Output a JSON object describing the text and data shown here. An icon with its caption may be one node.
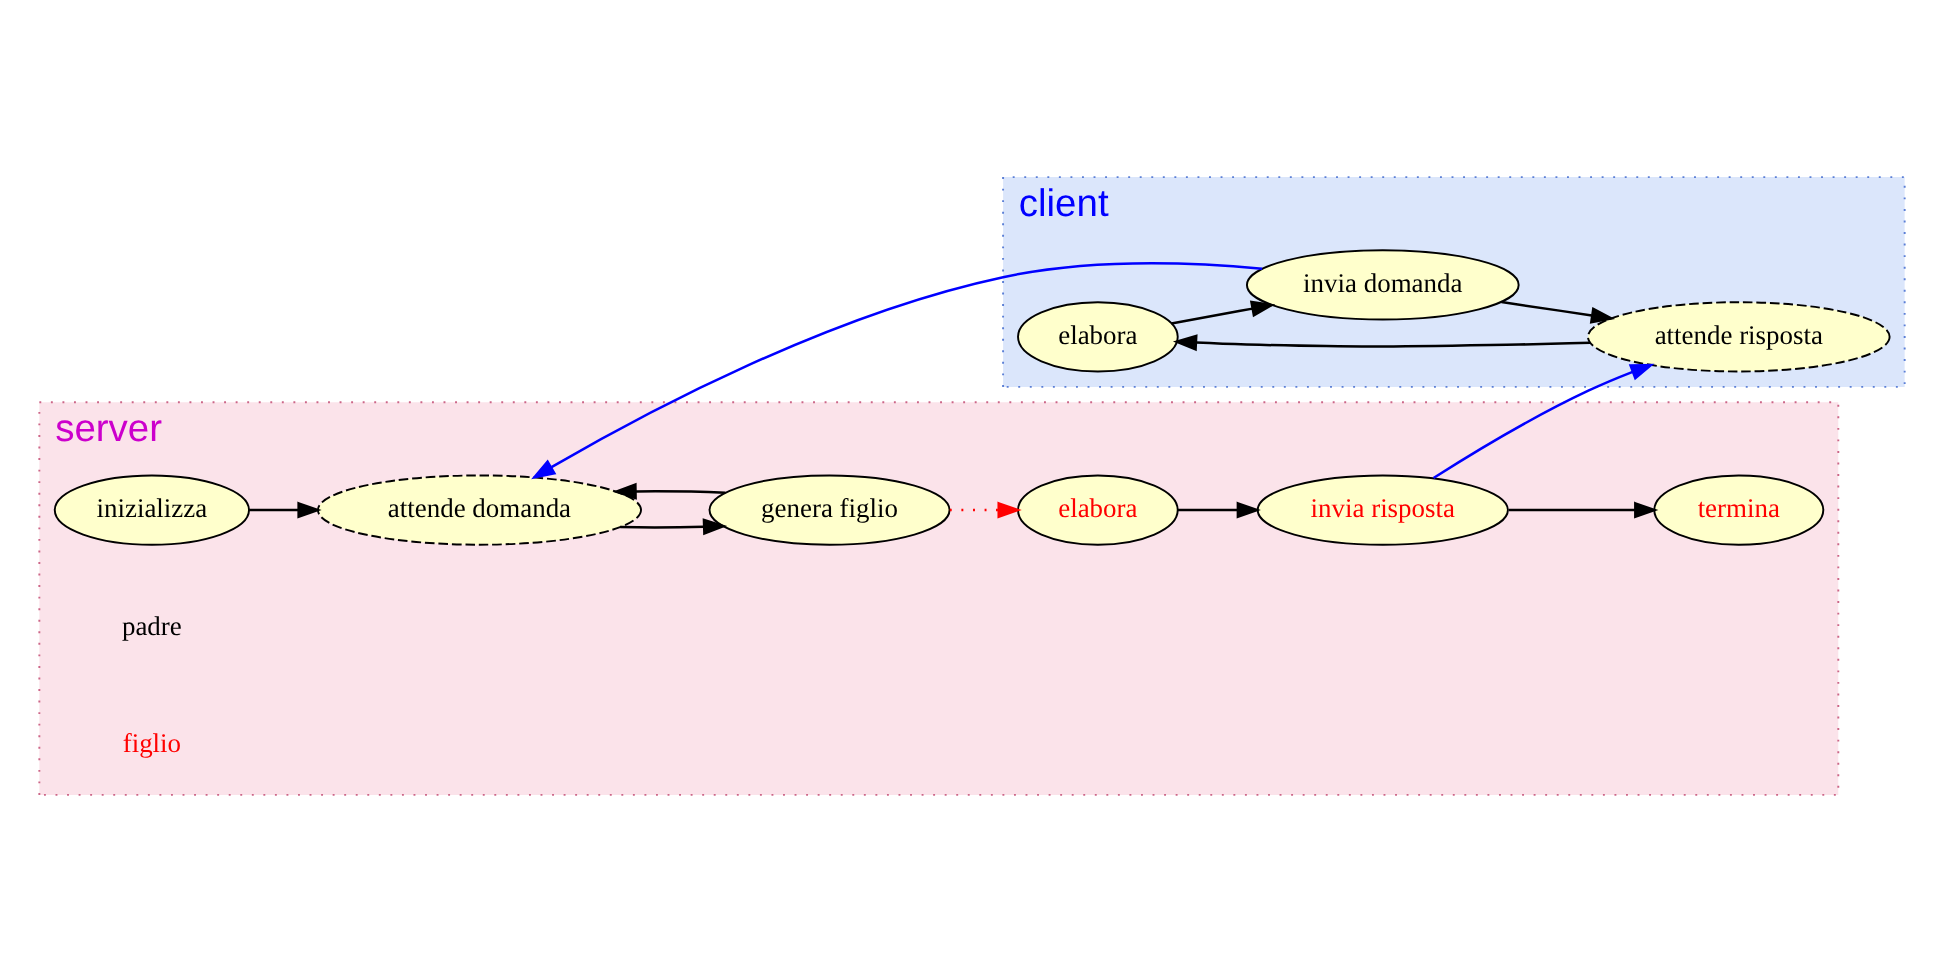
{
  "diagram": {
    "nodes": [
      {
        "text": [
          "client"
        ]
      },
      {
        "text": [
          "elabora"
        ],
        "in": 0
      },
      {
        "text": [
          "invia domanda"
        ],
        "in": 0
      },
      {
        "text": [
          "attende risposta"
        ],
        "in": 0
      },
      {
        "text": [
          "server"
        ]
      },
      {
        "text": [
          "inizializza"
        ],
        "in": 4
      },
      {
        "text": [
          "attende domanda"
        ],
        "in": 4
      },
      {
        "text": [
          "genera figlio"
        ],
        "in": 4
      },
      {
        "text": [
          "elabora"
        ],
        "in": 4
      },
      {
        "text": [
          "invia risposta"
        ],
        "in": 4
      },
      {
        "text": [
          "termina"
        ],
        "in": 4
      }
    ],
    "edges": [
      {
        "from": 1,
        "to": 2,
        "arrow": "to"
      },
      {
        "from": 2,
        "to": 3,
        "arrow": "to"
      },
      {
        "from": 3,
        "to": 1,
        "arrow": "to"
      },
      {
        "from": 2,
        "to": 6,
        "arrow": "to",
        "color": "#0000ff"
      },
      {
        "from": 5,
        "to": 6,
        "arrow": "to"
      },
      {
        "from": 6,
        "to": 7,
        "arrow": "to"
      },
      {
        "from": 7,
        "to": 6,
        "arrow": "to"
      },
      {
        "from": 7,
        "to": 8,
        "arrow": "to",
        "style": "dashed",
        "color": "#ff0000"
      },
      {
        "from": 8,
        "to": 9,
        "arrow": "to"
      },
      {
        "from": 9,
        "to": 10,
        "arrow": "to"
      },
      {
        "from": 9,
        "to": 3,
        "arrow": "to",
        "color": "#0000ff"
      }
    ],
    "labels": [
      "padre",
      "figlio"
    ]
  }
}
